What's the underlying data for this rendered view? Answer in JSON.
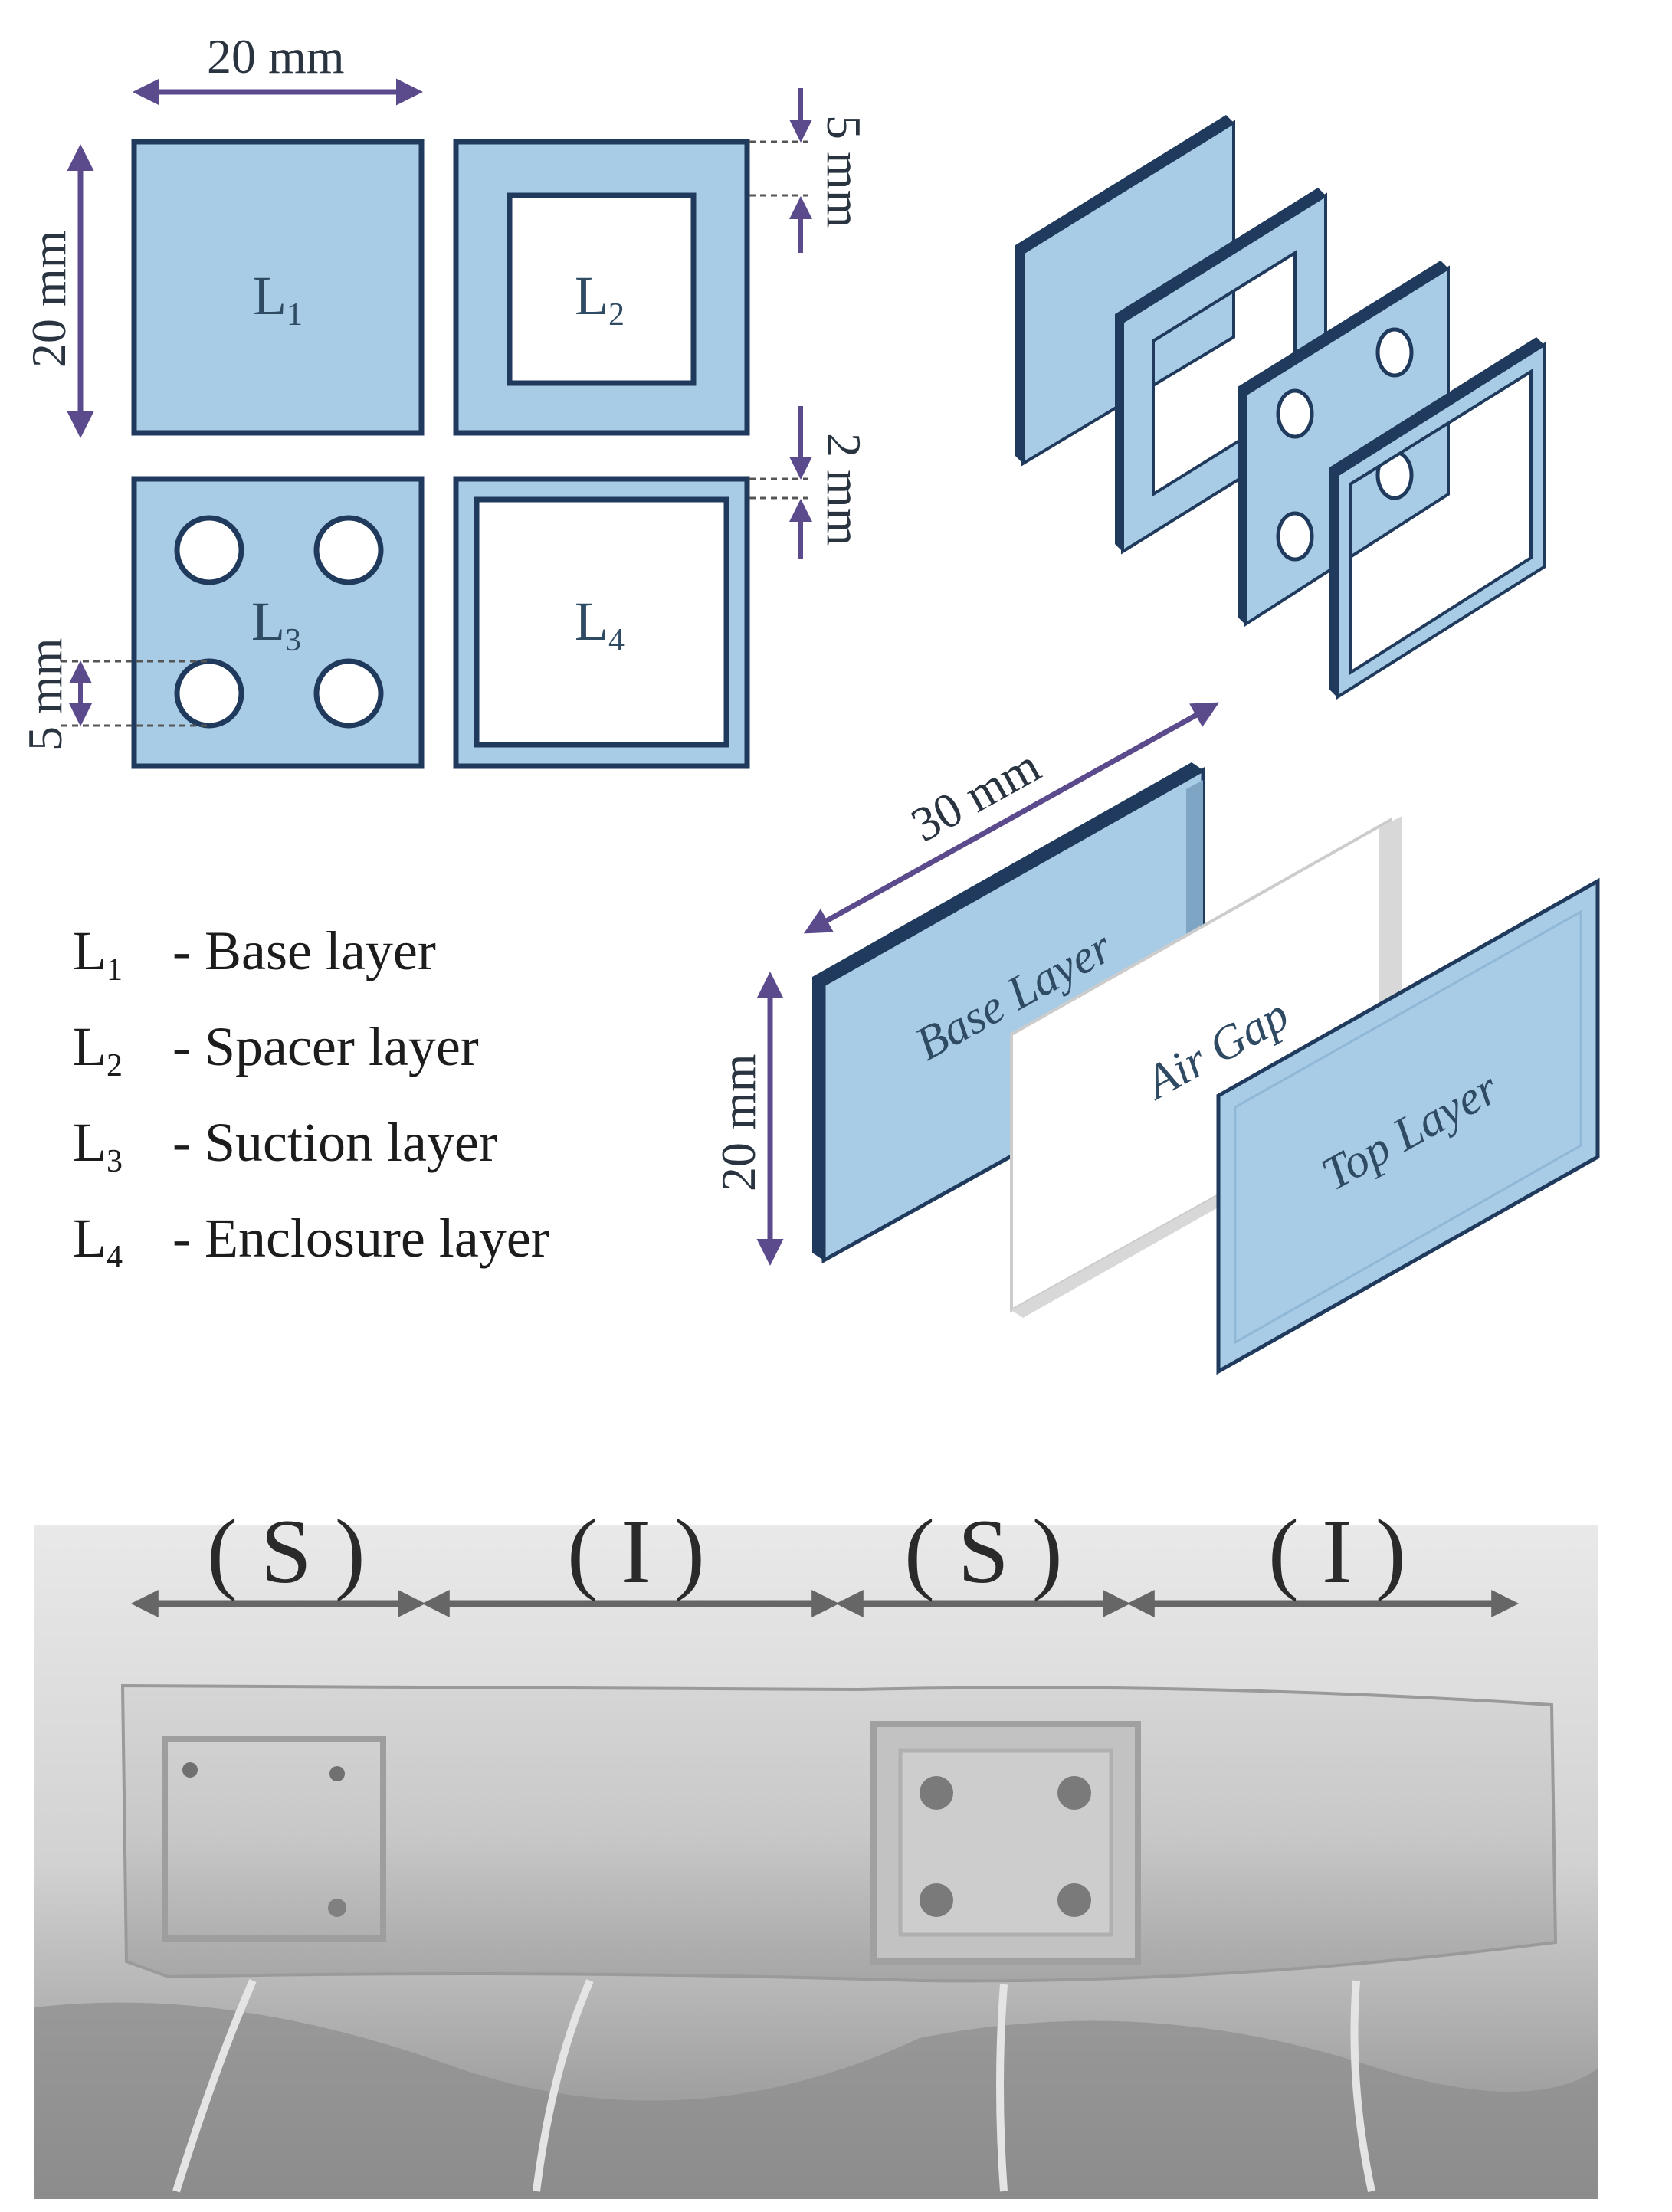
{
  "colors": {
    "layer_fill": "#a9cce6",
    "layer_stroke": "#1f3a5c",
    "arrow": "#5b4a8c",
    "photo_arrow": "#666666"
  },
  "top_view": {
    "width_label": "20 mm",
    "height_label": "20 mm",
    "spacer_border_label": "5 mm",
    "enclosure_border_label": "2 mm",
    "hole_label": "5 mm",
    "layers": [
      {
        "main": "L",
        "sub": "1"
      },
      {
        "main": "L",
        "sub": "2"
      },
      {
        "main": "L",
        "sub": "3"
      },
      {
        "main": "L",
        "sub": "4"
      }
    ]
  },
  "legend": [
    {
      "main": "L",
      "sub": "1",
      "text": "- Base layer"
    },
    {
      "main": "L",
      "sub": "2",
      "text": "- Spacer layer"
    },
    {
      "main": "L",
      "sub": "3",
      "text": "- Suction layer"
    },
    {
      "main": "L",
      "sub": "4",
      "text": "- Enclosure layer"
    }
  ],
  "side_view": {
    "length_label": "30 mm",
    "height_label": "20 mm",
    "layers": [
      "Base Layer",
      "Air Gap",
      "Top Layer"
    ]
  },
  "photo": {
    "segments": [
      "( S )",
      "( I )",
      "( S )",
      "( I )"
    ]
  }
}
